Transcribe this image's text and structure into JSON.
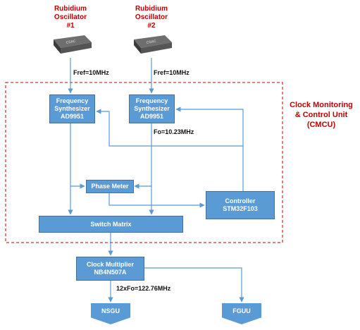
{
  "oscillators": [
    {
      "title": "Rubidium",
      "line2": "Oscillator",
      "line3": "#1",
      "ref_label": "Fref=10MHz",
      "chip_text": "CSAC"
    },
    {
      "title": "Rubidium",
      "line2": "Oscillator",
      "line3": "#2",
      "ref_label": "Fref=10MHz",
      "chip_text": "CSAC"
    }
  ],
  "cmcu": {
    "line1": "Clock Monitoring",
    "line2": "& Control Unit",
    "line3": "(CMCU)"
  },
  "synth1": {
    "line1": "Frequency",
    "line2": "Synthesizer",
    "line3": "AD9951"
  },
  "synth2": {
    "line1": "Frequency",
    "line2": "Synthesizer",
    "line3": "AD9951"
  },
  "fo_label": "Fo=10.23MHz",
  "phase_meter": "Phase Meter",
  "controller": {
    "line1": "Controller",
    "line2": "STM32F103"
  },
  "switch_matrix": "Switch Matrix",
  "clock_multiplier": {
    "line1": "Clock Multiplier",
    "line2": "NB4N507A"
  },
  "out_label": "12xFo=122.76MHz",
  "outputs": [
    "NSGU",
    "FGUU"
  ],
  "colors": {
    "box_fill": "#5b9bd5",
    "box_border": "#41719c",
    "title_red": "#c00000",
    "dashed_border": "#c00000"
  }
}
